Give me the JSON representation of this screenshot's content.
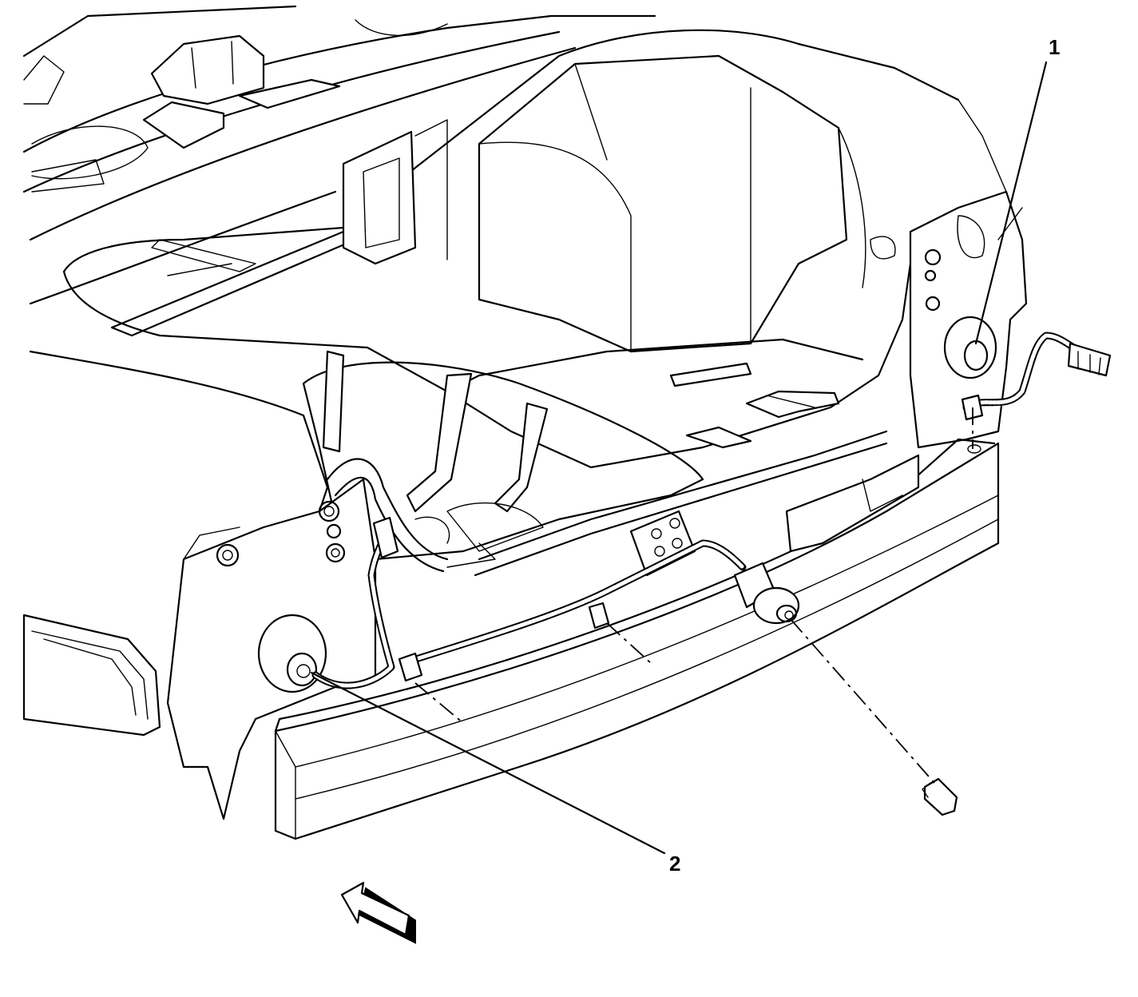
{
  "callouts": [
    {
      "id": "1",
      "label": "1"
    },
    {
      "id": "2",
      "label": "2"
    }
  ],
  "view_arrow": {
    "icon": "front-of-vehicle-arrow-icon"
  }
}
